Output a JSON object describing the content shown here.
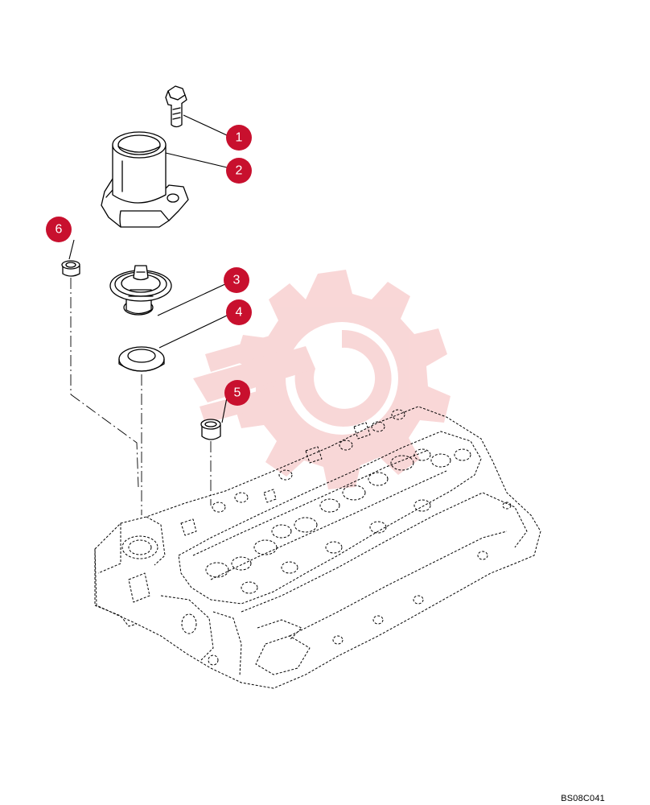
{
  "callouts": [
    {
      "id": "1",
      "label": "1",
      "part": "bolt"
    },
    {
      "id": "2",
      "label": "2",
      "part": "thermostat-housing"
    },
    {
      "id": "3",
      "label": "3",
      "part": "thermostat"
    },
    {
      "id": "4",
      "label": "4",
      "part": "seal-ring"
    },
    {
      "id": "5",
      "label": "5",
      "part": "sleeve"
    },
    {
      "id": "6",
      "label": "6",
      "part": "plug"
    }
  ],
  "drawing_code": "BS08C041",
  "colors": {
    "callout_fill": "#c8102e",
    "line": "#000000",
    "watermark": "#f6c4c4"
  }
}
